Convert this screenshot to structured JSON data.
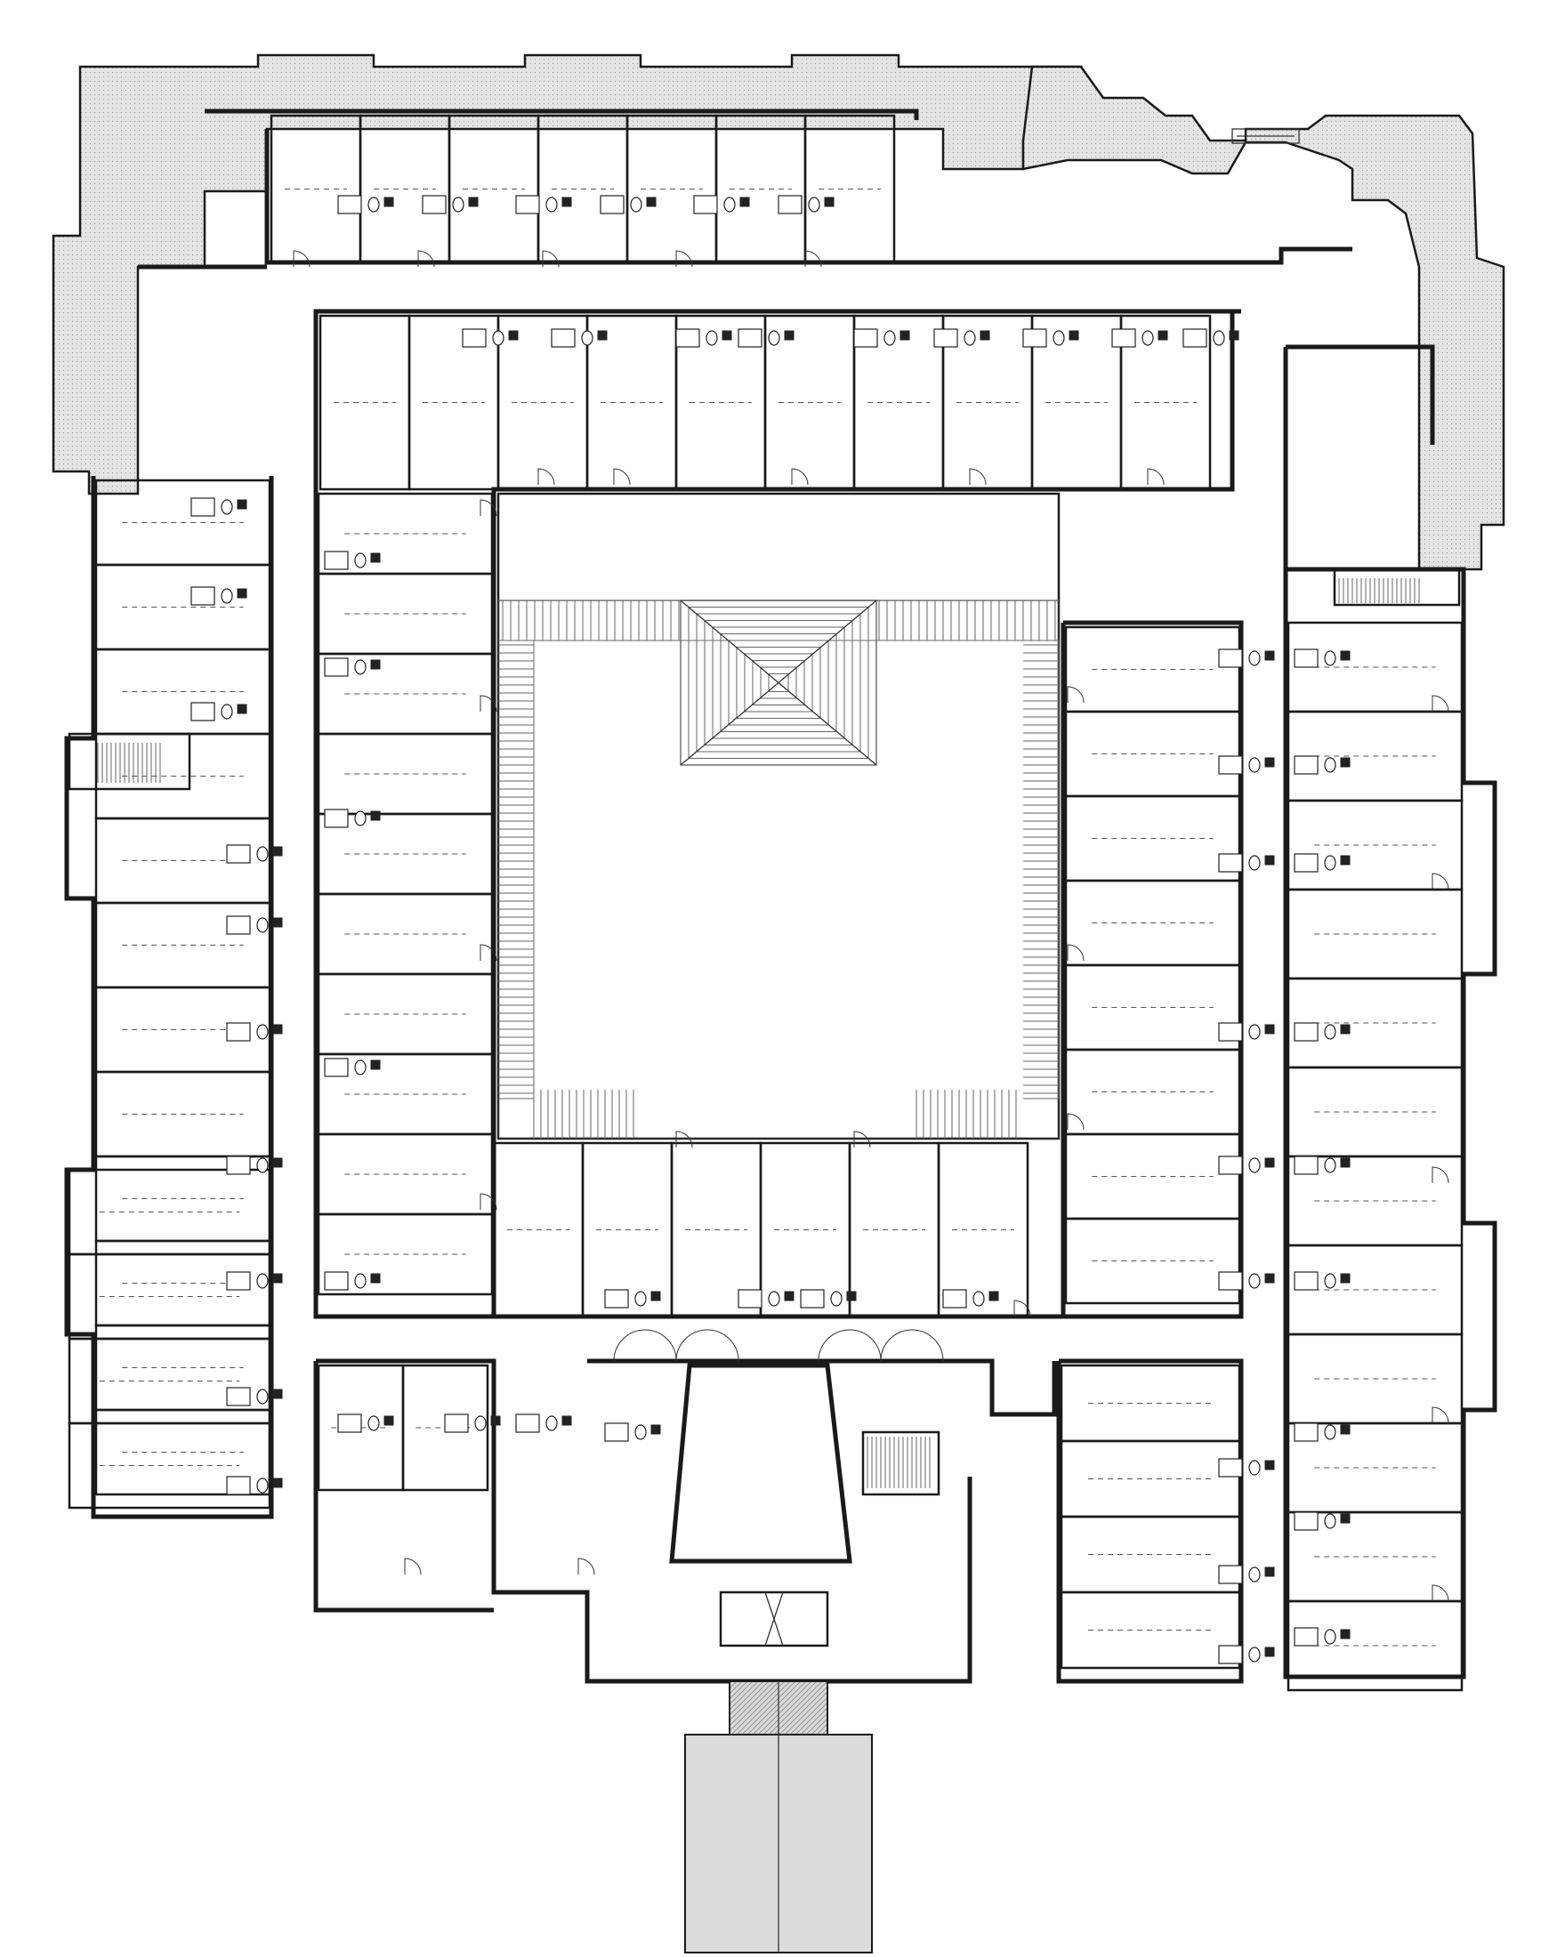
{
  "drawing": {
    "labels": [],
    "colors": {
      "wall": "#1a1a1a",
      "roof_fill": "#e4e4e4",
      "canopy_fill": "#dcdcdc",
      "stair_line": "#666666",
      "background": "#ffffff"
    },
    "elements": {
      "roof_wings": [
        "north-west-roof",
        "north-roof",
        "north-east-roof"
      ],
      "courtyard": "central-courtyard",
      "entry": "entry-canopy",
      "stairs": [
        "west-stair",
        "north-east-stair",
        "south-stair"
      ]
    }
  }
}
